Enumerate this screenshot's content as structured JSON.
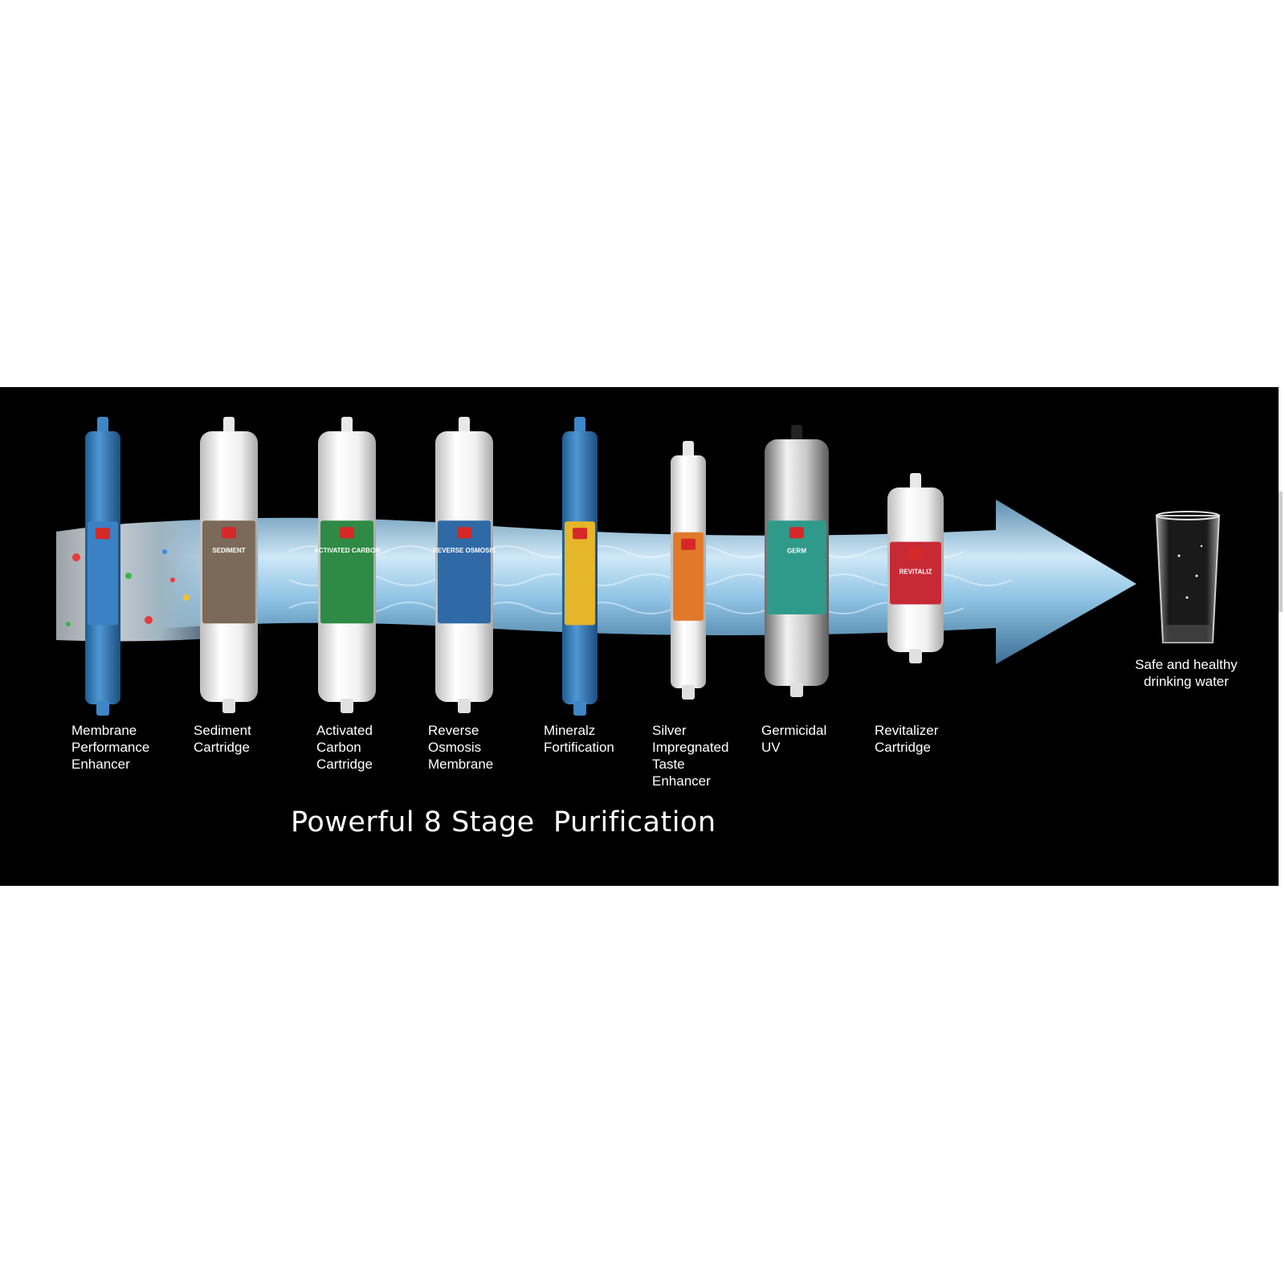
{
  "title": "Powerful 8 Stage  Purification",
  "stages": [
    {
      "lines": [
        "Membrane",
        "Performance",
        "Enhancer"
      ],
      "cartridge_label": "",
      "color": "#3a82c4",
      "body": "blue"
    },
    {
      "lines": [
        "Sediment",
        "Cartridge"
      ],
      "cartridge_label": "SEDIMENT",
      "color": "#7b6a5a",
      "body": "white"
    },
    {
      "lines": [
        "Activated",
        "Carbon",
        "Cartridge"
      ],
      "cartridge_label": "ACTIVATED CARBON",
      "color": "#2f8a45",
      "body": "white"
    },
    {
      "lines": [
        "Reverse",
        "Osmosis",
        "Membrane"
      ],
      "cartridge_label": "REVERSE OSMOSIS",
      "color": "#2f6aa6",
      "body": "white"
    },
    {
      "lines": [
        "Mineralz",
        "Fortification"
      ],
      "cartridge_label": "",
      "color": "#e5b52a",
      "body": "blue"
    },
    {
      "lines": [
        "Silver",
        "Impregnated",
        "Taste",
        "Enhancer"
      ],
      "cartridge_label": "",
      "color": "#e07a2a",
      "body": "white"
    },
    {
      "lines": [
        "Germicidal",
        "UV"
      ],
      "cartridge_label": "GERM",
      "color": "#2f9a8a",
      "body": "steel"
    },
    {
      "lines": [
        "Revitalizer",
        "Cartridge"
      ],
      "cartridge_label": "REVITALIZ",
      "color": "#c72a35",
      "body": "white"
    }
  ],
  "output": {
    "lines": [
      "Safe and healthy",
      "drinking water"
    ]
  },
  "colors": {
    "background": "#000000",
    "water": "#8fc4e6",
    "text": "#ffffff"
  }
}
